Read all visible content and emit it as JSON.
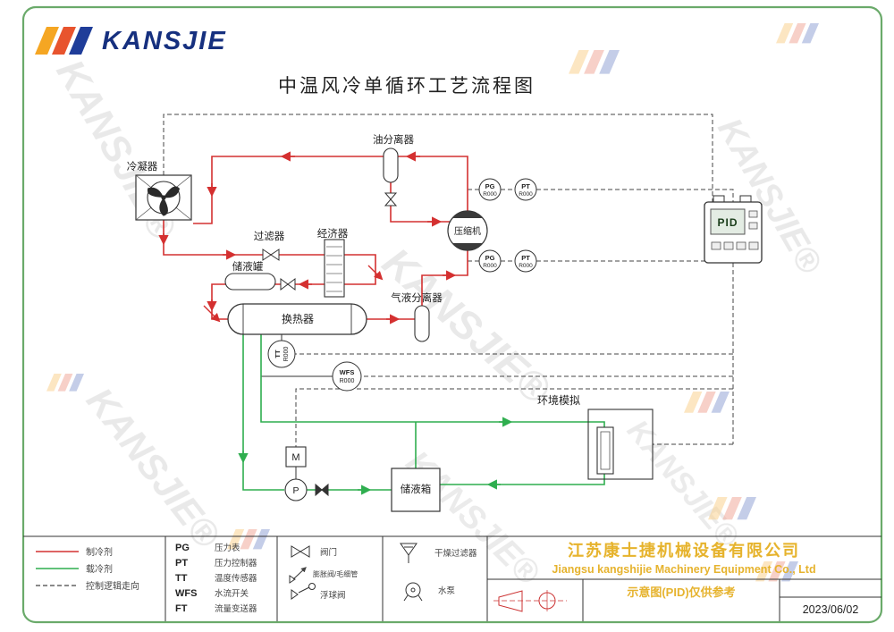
{
  "logo": {
    "text": "KANSJIE"
  },
  "title": "中温风冷单循环工艺流程图",
  "watermark": {
    "text": "KANSJIE®"
  },
  "components": {
    "condenser": "冷凝器",
    "oil_separator": "油分离器",
    "compressor": "压缩机",
    "filter": "过滤器",
    "economizer": "经济器",
    "receiver": "储液罐",
    "heat_exchanger": "换热器",
    "gas_liquid_separator": "气液分离器",
    "env_simulation": "环境模拟",
    "liquid_tank": "储液箱",
    "motor": "M",
    "pump": "P",
    "pid": "PID"
  },
  "instruments": [
    {
      "abbr": "PG",
      "tag": "R000"
    },
    {
      "abbr": "PT",
      "tag": "R000"
    },
    {
      "abbr": "PG",
      "tag": "R000"
    },
    {
      "abbr": "PT",
      "tag": "R000"
    },
    {
      "abbr": "TT",
      "tag": "R000"
    },
    {
      "abbr": "WFS",
      "tag": "R000"
    }
  ],
  "legend": {
    "lines": [
      {
        "label": "制冷剂",
        "color": "#d43030",
        "style": "solid"
      },
      {
        "label": "载冷剂",
        "color": "#2fae4f",
        "style": "solid"
      },
      {
        "label": "控制逻辑走向",
        "color": "#444444",
        "style": "dashed"
      }
    ],
    "abbreviations": [
      {
        "abbr": "PG",
        "name": "压力表"
      },
      {
        "abbr": "PT",
        "name": "压力控制器"
      },
      {
        "abbr": "TT",
        "name": "温度传感器"
      },
      {
        "abbr": "WFS",
        "name": "水流开关"
      },
      {
        "abbr": "FT",
        "name": "流量变送器"
      }
    ],
    "symbols": [
      {
        "name": "阀门"
      },
      {
        "name": "膨胀阀/毛细管"
      },
      {
        "name": "浮球阀"
      },
      {
        "name": "干燥过滤器"
      },
      {
        "name": "水泵"
      }
    ]
  },
  "title_block": {
    "company_cn": "江苏康士捷机械设备有限公司",
    "company_en": "Jiangsu kangshijie Machinery Equipment Co., Ltd",
    "note": "示意图(PID)仅供参考",
    "date": "2023/06/02"
  },
  "colors": {
    "refrigerant": "#d43030",
    "coolant": "#2fae4f",
    "control": "#444444",
    "border_green": "#6aaa6a",
    "brand_blue": "#1e3a8f",
    "brand_yellow": "#e6b32e"
  }
}
